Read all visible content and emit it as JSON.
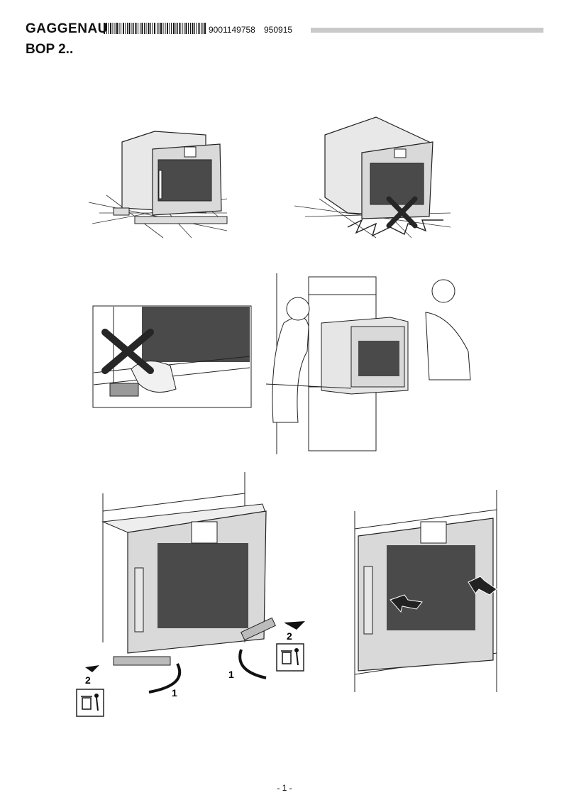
{
  "header": {
    "brand": "GAGGENAU",
    "part_number": "9001149758",
    "code": "950915",
    "model": "BOP 2.."
  },
  "figure_labels": {
    "step_left": "1",
    "step_left_discard": "2",
    "step_right": "1",
    "step_right_discard": "2"
  },
  "icons": [
    "wrong-x-icon",
    "wrong-x-icon",
    "recycle-bin-icon",
    "recycle-bin-icon",
    "arrow-icon"
  ],
  "footer": {
    "page": "- 1 -"
  },
  "colors": {
    "window": "#4a4a4a",
    "line": "#222222",
    "oven_gray": "#d9d9d9",
    "cross": "#262626"
  }
}
